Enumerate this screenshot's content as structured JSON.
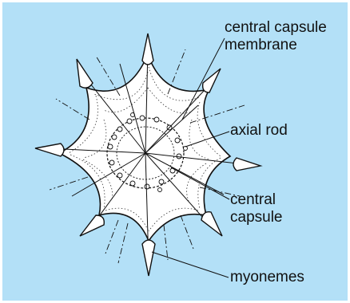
{
  "colors": {
    "background": "#b3e0f7",
    "outline": "#111111",
    "body_fill": "#ffffff"
  },
  "labels": {
    "central_capsule_membrane": [
      "central capsule",
      "membrane"
    ],
    "axial_rod": "axial rod",
    "central_capsule": [
      "central",
      "capsule"
    ],
    "myonemes": "myonemes"
  }
}
